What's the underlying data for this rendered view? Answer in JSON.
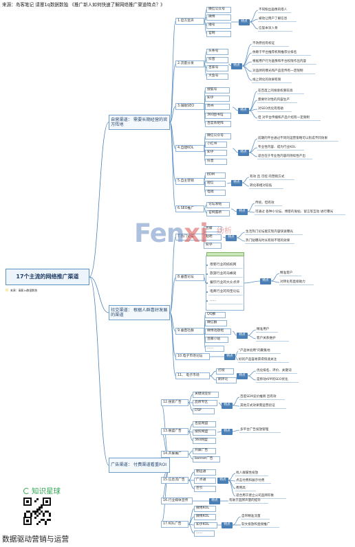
{
  "header": "来源：岛客笔记  请塞1q数据数独  《推广新人如何快速了解网络推广渠道特点？》",
  "root": {
    "title": "17个主流的网络推广渠道",
    "src": "来源：请塞1q数据数独"
  },
  "groups": [
    {
      "id": "g1",
      "l": "自营渠道：\n需要长期经营的官方阵地"
    },
    {
      "id": "g2",
      "l": "社交渠道：\n根据人群喜好发展的渠道"
    },
    {
      "id": "g3",
      "l": "广告渠道：\n付费渠道看重ROI"
    }
  ],
  "channels": [
    {
      "id": "c1",
      "l": "1.官方宣声"
    },
    {
      "id": "c2",
      "l": "2.流量分发"
    },
    {
      "id": "c3",
      "l": "3.辅助SEO"
    },
    {
      "id": "c4",
      "l": "4.自建KOL"
    },
    {
      "id": "c5",
      "l": "5.自主营销"
    },
    {
      "id": "c6",
      "l": "6.SEO推广"
    },
    {
      "id": "c7",
      "l": "7.热门论坛"
    },
    {
      "id": "c8",
      "l": "8.垂直论坛"
    },
    {
      "id": "c9",
      "l": "9.垂直社群"
    },
    {
      "id": "c10",
      "l": "10.电子市场论坛"
    },
    {
      "id": "c11",
      "l": "11、 电子市场"
    },
    {
      "id": "c12",
      "l": "12.搜索广告"
    },
    {
      "id": "c13",
      "l": "13.联盟广告"
    },
    {
      "id": "c14",
      "l": "14.开屏展广"
    },
    {
      "id": "c15",
      "l": "15.信息流广告"
    },
    {
      "id": "c16",
      "l": "16.行业媒体宣传"
    },
    {
      "id": "c17",
      "l": "17.KOL广告"
    }
  ],
  "platforms": [
    {
      "id": "p1a",
      "l": "微信公众号"
    },
    {
      "id": "p1b",
      "l": "微博"
    },
    {
      "id": "p1c",
      "l": "播号"
    },
    {
      "id": "p1d",
      "l": "官网"
    },
    {
      "id": "p2a",
      "l": "头条号"
    },
    {
      "id": "p2b",
      "l": "抖音"
    },
    {
      "id": "p2c",
      "l": "百家号"
    },
    {
      "id": "p2d",
      "l": "大鱼号"
    },
    {
      "id": "p3a",
      "l": "搜狐号"
    },
    {
      "id": "p3b",
      "l": "知乎"
    },
    {
      "id": "p3c",
      "l": "简书"
    },
    {
      "id": "p3d",
      "l": "360图书馆"
    },
    {
      "id": "p3e",
      "l": "百度系矩阵"
    },
    {
      "id": "p4a",
      "l": "微信公众号"
    },
    {
      "id": "p4b",
      "l": "小红书"
    },
    {
      "id": "p4c",
      "l": "知乎"
    },
    {
      "id": "p4d",
      "l": "抖音"
    },
    {
      "id": "p5a",
      "l": "EDM"
    },
    {
      "id": "p5b",
      "l": "短信"
    },
    {
      "id": "p5c",
      "l": "电销"
    },
    {
      "id": "p6a",
      "l": "论坛发帖"
    },
    {
      "id": "p6b",
      "l": "官网置新"
    },
    {
      "id": "p7a",
      "l": "豆瓣"
    },
    {
      "id": "p7b",
      "l": "贴吧"
    },
    {
      "id": "p7c",
      "l": "知乎"
    },
    {
      "id": "p9a",
      "l": "QQ群"
    },
    {
      "id": "p9b",
      "l": "微信群"
    },
    {
      "id": "p9c",
      "l": "微博话题组"
    },
    {
      "id": "p9d",
      "l": "豆瓣小站"
    },
    {
      "id": "p9e",
      "l": "......"
    },
    {
      "id": "p11a",
      "l": "打榜"
    },
    {
      "id": "p11b",
      "l": "刷评论"
    },
    {
      "id": "p12a",
      "l": "关键词竞价"
    },
    {
      "id": "p12b",
      "l": "品牌专区"
    },
    {
      "id": "p12c",
      "l": "DSP"
    },
    {
      "id": "p13a",
      "l": "百度网盟"
    },
    {
      "id": "p13b",
      "l": "搜狗网盟"
    },
    {
      "id": "p13c",
      "l": "360网盟"
    },
    {
      "id": "p14a",
      "l": "开屏广告"
    },
    {
      "id": "p14b",
      "l": "banner广告"
    },
    {
      "id": "p15a",
      "l": "朋运通"
    },
    {
      "id": "p15b",
      "l": "广点通"
    },
    {
      "id": "p15c",
      "l": "巨引"
    },
    {
      "id": "p17a",
      "l": "微博KOL"
    },
    {
      "id": "p17b",
      "l": "微博KOL"
    },
    {
      "id": "p17c",
      "l": "知乎KOL"
    },
    {
      "id": "p17d",
      "l": "......"
    }
  ],
  "forums": [
    "母婴行业的妈妈网",
    "旅游行业的马蜂窝",
    "餐饮行业的大众点评",
    "电商行业的淘宝论坛",
    "......"
  ],
  "tag": "特点",
  "traits": [
    {
      "id": "t1a",
      "l": "不同粉丝画像的塔人"
    },
    {
      "id": "t1b",
      "l": "被动让用户了解信息"
    },
    {
      "id": "t1c",
      "l": "信誉本深入骨"
    },
    {
      "id": "t2a",
      "l": "不改原创有权证"
    },
    {
      "id": "t2b",
      "l": "依赖于平台推荐机制推荐分排名"
    },
    {
      "id": "t2c",
      "l": "根据用户行为画像和平台权限作出内容"
    },
    {
      "id": "t2d",
      "l": "对品牌的曝光和产品宣传有一定限制"
    },
    {
      "id": "t2e",
      "l": "线上转化的效果有限"
    },
    {
      "id": "t3a",
      "l": "在百度上的搜索权重较高"
    },
    {
      "id": "t3b",
      "l": "需要针对性的内容生产"
    },
    {
      "id": "t3c",
      "l": "对SEO优化有帮助"
    },
    {
      "id": "t3d",
      "l": "但 对平台传播和产品介绍有一定限制"
    },
    {
      "id": "t4a",
      "l": "前期的平台通过不同的运营策略可以形成不同效果"
    },
    {
      "id": "t4b",
      "l": "专业性内容、成为行业KOL"
    },
    {
      "id": "t4c",
      "l": "适合在于专业性内容的持续性产出"
    },
    {
      "id": "t5a",
      "l": "有效 且 可控 的营销方式"
    },
    {
      "id": "t5b",
      "l": "转化率相对较低"
    },
    {
      "id": "t6a",
      "l": "传统、但有效"
    },
    {
      "id": "t6b",
      "l": "可通过 各种小论坛、博客的发帖、留言等互动 进行曝光"
    },
    {
      "id": "t7a",
      "l": "生活热门论坛能实现内容快速曝光"
    },
    {
      "id": "t7b",
      "l": "热门贴曝光时长有很不错的效果"
    },
    {
      "id": "t8a",
      "l": "精准客户"
    },
    {
      "id": "t8b",
      "l": "对转化有直接助力"
    },
    {
      "id": "t9a",
      "l": "精准用户"
    },
    {
      "id": "t9b",
      "l": "客户关系维护"
    },
    {
      "id": "t10a",
      "l": "\"产品体验用\"的聚集地"
    },
    {
      "id": "t10b",
      "l": "好的产品容易获得快速关注"
    },
    {
      "id": "t11a",
      "l": "优化排名、评价、关键词"
    },
    {
      "id": "t11b",
      "l": "是移动APP的SEO优化"
    },
    {
      "id": "t12a",
      "l": "百度SEM竞价推销 且有效"
    },
    {
      "id": "t12b",
      "l": "其他方式效果需运营验证"
    },
    {
      "id": "t13a",
      "l": "多平台广告投放管理"
    },
    {
      "id": "t15a",
      "l": "找人群属性投放"
    },
    {
      "id": "t15b",
      "l": "点击付费和展示付费"
    },
    {
      "id": "t15c",
      "l": "费用高"
    },
    {
      "id": "t15d",
      "l": "适合用于建立公司品牌形象"
    },
    {
      "id": "t16a",
      "l": "有助于品牌声量的提升"
    },
    {
      "id": "t17a",
      "l": "自带精准流量"
    },
    {
      "id": "t17b",
      "l": "软文投放和直接推广"
    }
  ],
  "watermark": {
    "a": "Fen",
    "b": "xi",
    "c": "纷析",
    "d": "数据"
  },
  "brand": {
    "name": "知识星球",
    "footer": "数据驱动营销与运营"
  }
}
